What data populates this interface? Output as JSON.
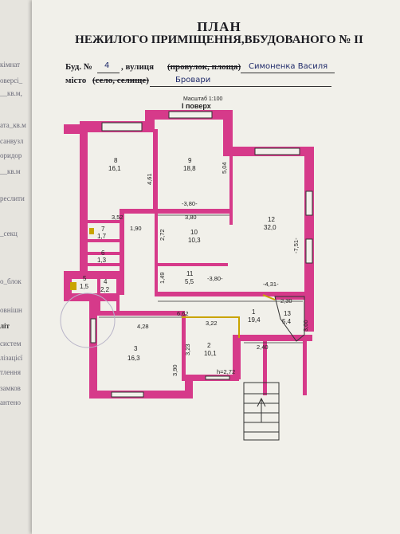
{
  "background_sheet": {
    "fragments": [
      "кімнат",
      "оверсі_",
      "__кв.м,",
      "ата_кв.м",
      "санвузл",
      "оридор",
      "__кв.м",
      "реслити",
      "_секц",
      "о_блок",
      "овнішн",
      "літ",
      "систем",
      "лізацієї",
      "тлення",
      "замков",
      "антено"
    ]
  },
  "plan": {
    "title": "ПЛАН",
    "subtitle": "НЕЖИЛОГО ПРИМІЩЕННЯ,ВБУДОВАНОГО  № II",
    "building_label": "Буд. №",
    "building_number": "4",
    "street_label": ", вулиця",
    "street_struck": "(провулок, площа)",
    "street_value": "Симоненка Василя",
    "city_label": "місто",
    "city_struck": "(село, селище)",
    "city_value": "Бровари",
    "scale": "Масштаб  1:100",
    "floor": "І  поверх"
  },
  "rooms": [
    {
      "num": "1",
      "area": "19,4"
    },
    {
      "num": "2",
      "area": "10,1"
    },
    {
      "num": "3",
      "area": "16,3"
    },
    {
      "num": "4",
      "area": "2,2"
    },
    {
      "num": "5",
      "area": "1,5"
    },
    {
      "num": "6",
      "area": "1,3"
    },
    {
      "num": "7",
      "area": "1,7"
    },
    {
      "num": "8",
      "area": "16,1"
    },
    {
      "num": "9",
      "area": "18,8"
    },
    {
      "num": "10",
      "area": "10,3"
    },
    {
      "num": "11",
      "area": "5,5"
    },
    {
      "num": "12",
      "area": "32,0"
    },
    {
      "num": "13",
      "area": "5,4"
    }
  ],
  "dimensions": {
    "d461": "4,61",
    "d504": "5,04",
    "d380a": "-3,80-",
    "d380b": "3,80",
    "d352": "3,52",
    "d190": "1,90",
    "d272": "2,72",
    "d751": "-7,51-",
    "d149": "1,49",
    "d380c": "-3,80-",
    "d431": "-4,31-",
    "d230": "2,30",
    "d662": "6,62",
    "d428": "4,28",
    "d322": "3,22",
    "d323": "3,23",
    "d390": "3,90",
    "d300": "3,00",
    "d240": "2,40",
    "height": "h=2,72"
  },
  "colors": {
    "wall": "#d63a8a",
    "inner_wall": "#e8b9d0",
    "partition": "#c9a400",
    "paper": "#f1f0ea"
  }
}
